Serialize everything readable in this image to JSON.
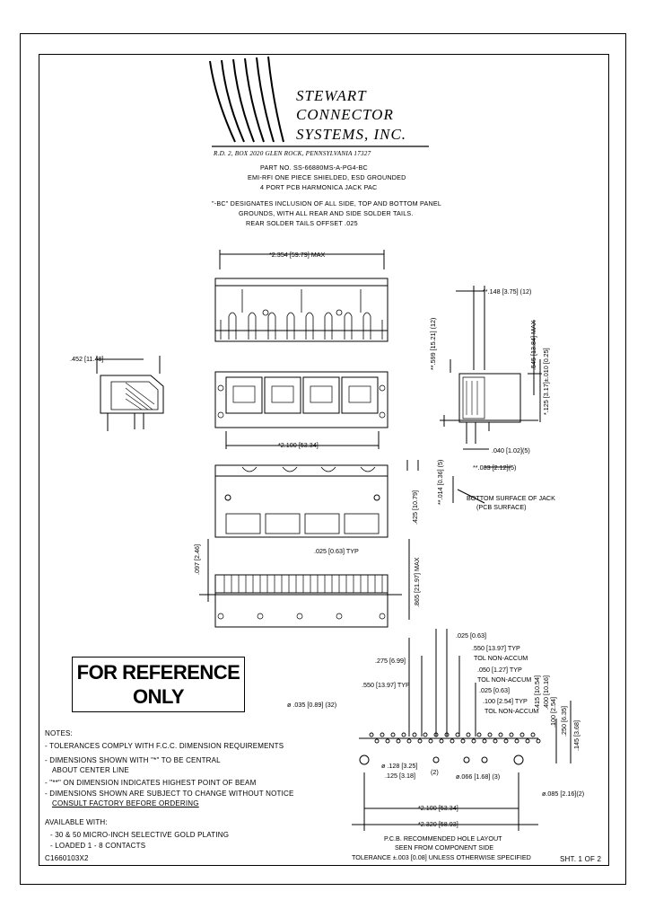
{
  "company": {
    "name_line1": "STEWART",
    "name_line2": "CONNECTOR",
    "name_line3": "SYSTEMS,  INC.",
    "address": "R.D. 2, BOX 2020   GLEN ROCK, PENNSYLVANIA  17327"
  },
  "part": {
    "number": "PART NO. SS-66880MS-A-PG4-BC",
    "desc1": "EMI-RFI ONE PIECE SHIELDED, ESD GROUNDED",
    "desc2": "4 PORT PCB HARMONICA JACK PAC",
    "note1": "\"-BC\"  DESIGNATES INCLUSION OF ALL SIDE, TOP AND BOTTOM PANEL",
    "note2": "GROUNDS, WITH ALL REAR AND SIDE SOLDER TAILS.",
    "note3": "REAR SOLDER TAILS OFFSET .025"
  },
  "dims": {
    "overall_width": "*2.354 [59.79] MAX",
    "width_2100": "*2.100 [53.34]",
    "side_452": ".452 [11.48]",
    "d148": "**.148 [3.75] (12)",
    "d599": "**.599 [15.21] (12)",
    "d545": ".545 [13.84] MAX",
    "d125_317": "*.125 [3.17]±.010 [0.25]",
    "d040": ".040 [1.02](5)",
    "d083": "**.083 [2.12](5)",
    "d014": "**.014 [0.36] (5)",
    "bottom_surface1": "BOTTOM SURFACE OF JACK",
    "bottom_surface2": "(PCB SURFACE)",
    "d425": ".425 [10.79]",
    "d865": ".865 [21.97] MAX",
    "d025_typ": ".025 [0.63] TYP",
    "d097": ".097 [2.46]",
    "pcb_025": ".025 [0.63]",
    "pcb_275": ".275 [6.99]",
    "pcb_550_typ": ".550 [13.97] TYP",
    "pcb_tol1": "TOL NON-ACCUM",
    "pcb_050": ".050 [1.27] TYP",
    "pcb_tol2": "TOL NON-ACCUM",
    "pcb_025b": ".025 [0.63]",
    "pcb_100_typ": ".100 [2.54] TYP",
    "pcb_tol3": "TOL NON-ACCUM",
    "pcb_550b": ".550 [13.97] TYP",
    "pcb_035": "ø .035 [0.89] (32)",
    "pcb_415": ".415 [10.54]",
    "pcb_400": ".400 [10.16]",
    "pcb_100v": ".100 [2.54]",
    "pcb_250": ".250 [6.35]",
    "pcb_145": ".145 [3.68]",
    "pcb_128": "ø .128 [3.25]",
    "pcb_125": ".125 [3.18]",
    "pcb_2": "(2)",
    "pcb_066": "ø.066 [1.68] (3)",
    "pcb_085": "ø.085 [2.16](2)",
    "pcb_2100": "*2.100 [53.34]",
    "pcb_2320": "*2.320 [58.93]"
  },
  "pcb_caption": {
    "line1": "P.C.B. RECOMMENDED HOLE LAYOUT",
    "line2": "SEEN FROM COMPONENT SIDE",
    "line3": "TOLERANCE ±.003 [0.08] UNLESS OTHERWISE SPECIFIED"
  },
  "reference": {
    "line1": "FOR REFERENCE",
    "line2": "ONLY"
  },
  "notes": {
    "title": "NOTES:",
    "n1": "- TOLERANCES COMPLY WITH F.C.C. DIMENSION REQUIREMENTS",
    "n2a": "- DIMENSIONS SHOWN WITH \"*\" TO BE CENTRAL",
    "n2b": "ABOUT CENTER LINE",
    "n3": "- \"**\" ON DIMENSION INDICATES HIGHEST POINT OF BEAM",
    "n4": "- DIMENSIONS SHOWN ARE SUBJECT TO CHANGE WITHOUT NOTICE",
    "n5": "CONSULT FACTORY BEFORE ORDERING"
  },
  "available": {
    "title": "AVAILABLE WITH:",
    "a1": "- 30 & 50 MICRO-INCH SELECTIVE GOLD PLATING",
    "a2": "- LOADED  1 - 8 CONTACTS"
  },
  "footer": {
    "doc_number": "C1660103X2",
    "sheet": "SHT. 1 OF 2"
  }
}
